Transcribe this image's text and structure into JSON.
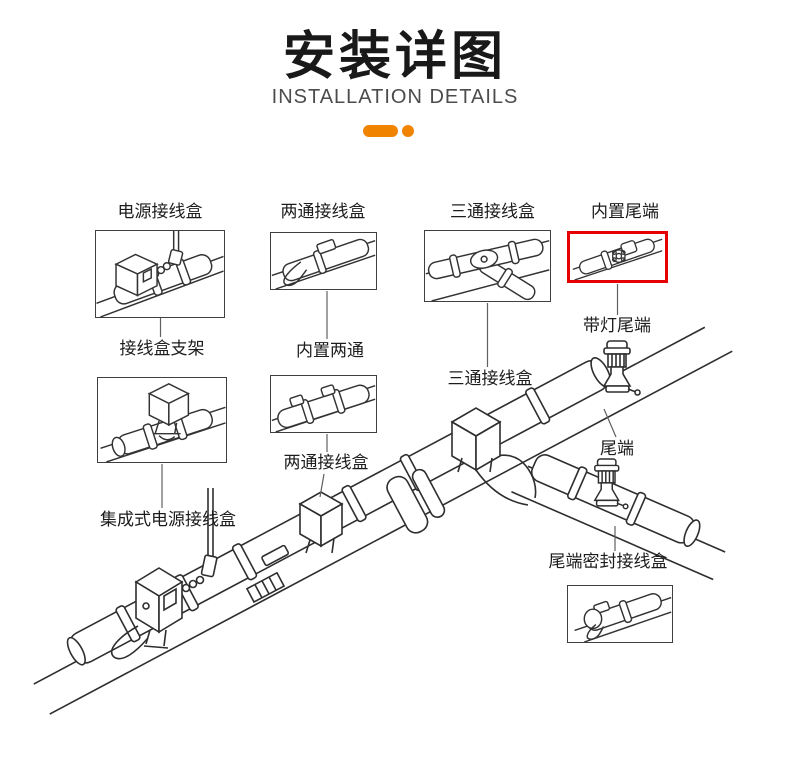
{
  "header": {
    "title": "安装详图",
    "subtitle": "INSTALLATION DETAILS"
  },
  "theme": {
    "accent_color": "#F08300",
    "highlight_box_color": "#E60000",
    "line_art_color": "#2e2e2e",
    "label_color": "#1c1c1c"
  },
  "labels": {
    "power_box": "电源接线盒",
    "two_way_box_top": "两通接线盒",
    "three_way_box_top": "三通接线盒",
    "built_in_end": "内置尾端",
    "bracket": "接线盒支架",
    "built_in_two_way": "内置两通",
    "lighted_end": "带灯尾端",
    "three_way_box_mid": "三通接线盒",
    "two_way_box_mid": "两通接线盒",
    "end": "尾端",
    "integrated_power_box": "集成式电源接线盒",
    "end_seal_box": "尾端密封接线盒"
  }
}
